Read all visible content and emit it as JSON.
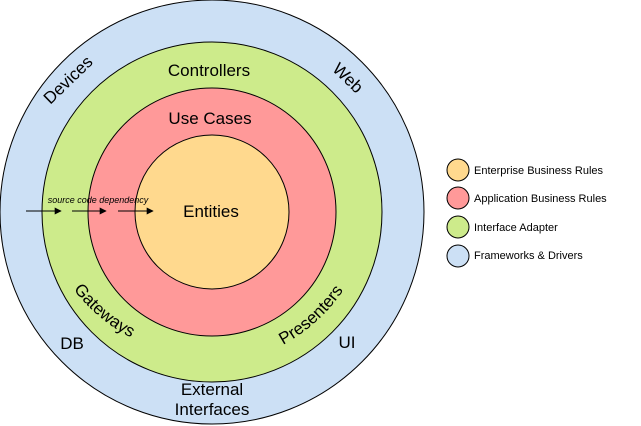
{
  "colors": {
    "frameworks": "#cce0f5",
    "interface": "#cdeb8b",
    "application": "#ff9999",
    "enterprise": "#ffd98e",
    "stroke": "#000000"
  },
  "diagram": {
    "outer_labels": {
      "devices": "Devices",
      "web": "Web",
      "db": "DB",
      "ui": "UI",
      "external_line1": "External",
      "external_line2": "Interfaces"
    },
    "interface_labels": {
      "controllers": "Controllers",
      "gateways": "Gateways",
      "presenters": "Presenters"
    },
    "application_label": "Use Cases",
    "center_label": "Entities",
    "dependency_note": "source code dependency"
  },
  "legend": {
    "items": [
      {
        "label": "Enterprise Business Rules",
        "color": "#ffd98e"
      },
      {
        "label": "Application Business Rules",
        "color": "#ff9999"
      },
      {
        "label": "Interface Adapter",
        "color": "#cdeb8b"
      },
      {
        "label": "Frameworks & Drivers",
        "color": "#cce0f5"
      }
    ]
  }
}
